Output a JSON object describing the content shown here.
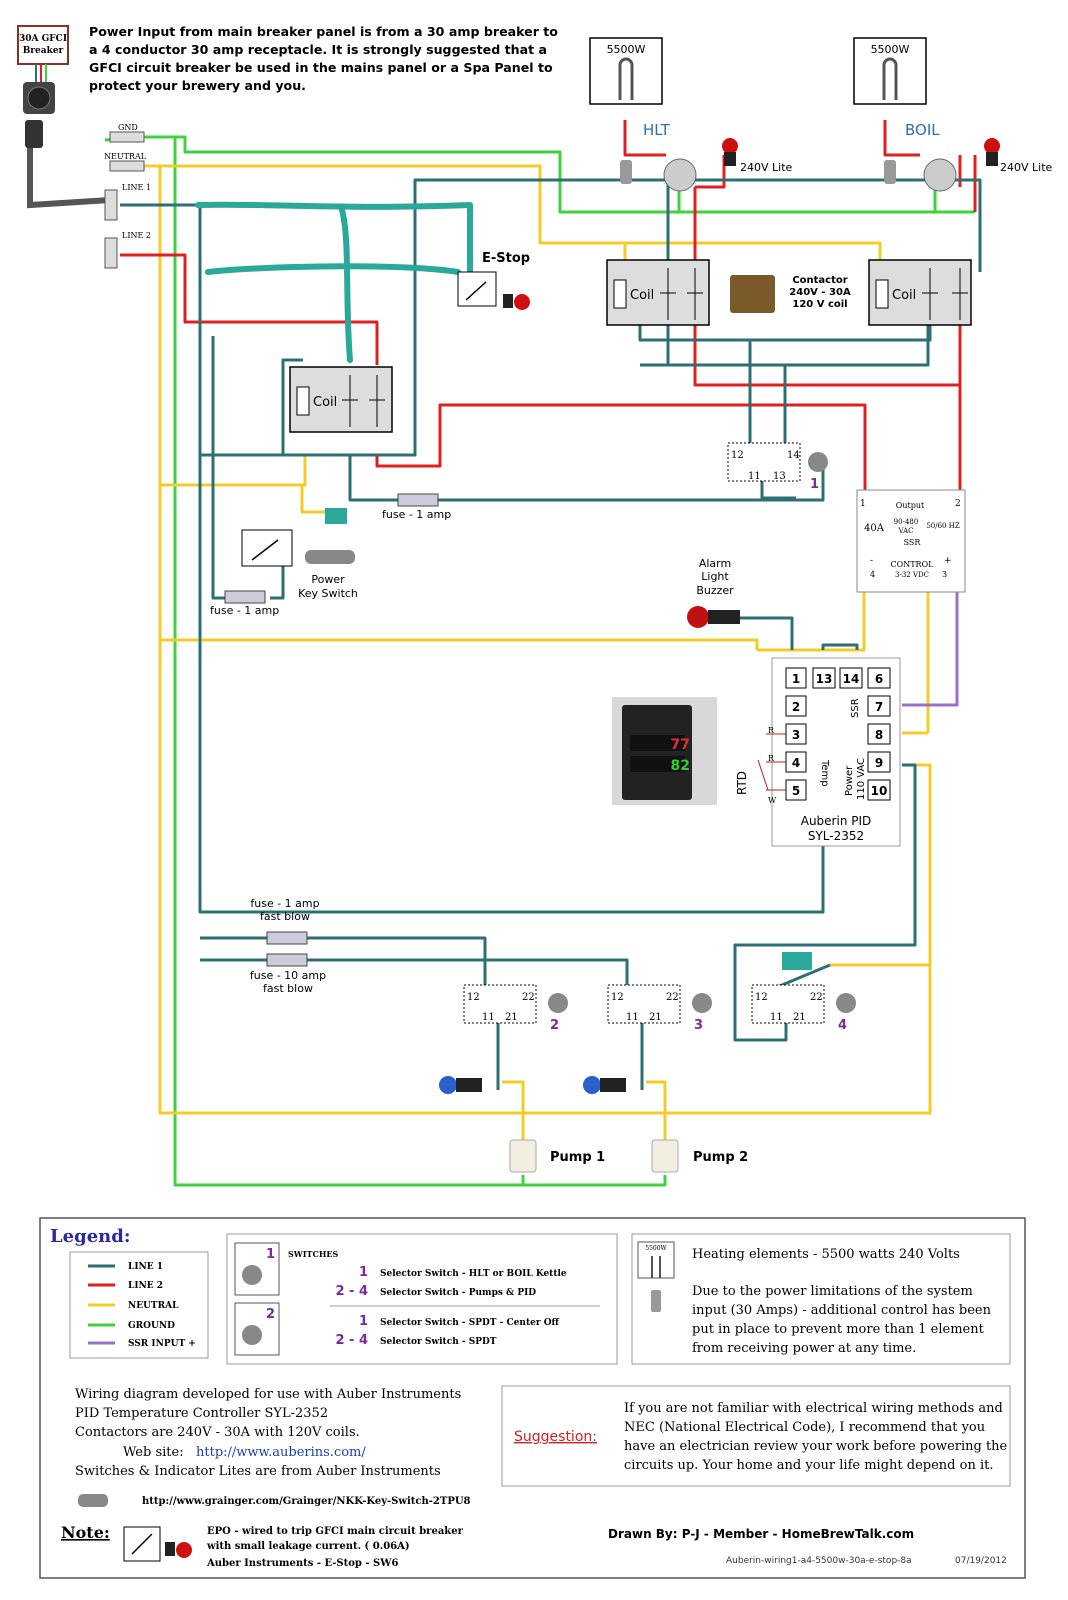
{
  "header": {
    "breaker_label_1": "30A GFCI",
    "breaker_label_2": "Breaker",
    "notice_lines": [
      "Power Input from main breaker panel is from a 30 amp breaker to",
      "a 4 conductor 30 amp receptacle. It is strongly suggested that a",
      "GFCI circuit breaker be used in the mains panel or a Spa Panel to",
      "protect your brewery and you."
    ]
  },
  "terminals": {
    "gnd": "GND",
    "neutral": "NEUTRAL",
    "line1": "LINE 1",
    "line2": "LINE 2"
  },
  "elements": {
    "hlt_watts": "5500W",
    "hlt_name": "HLT",
    "boil_watts": "5500W",
    "boil_name": "BOIL",
    "lite_hlt": "240V Lite",
    "lite_boil": "240V Lite"
  },
  "contactor": {
    "coil": "Coil",
    "desc_lines": [
      "Contactor",
      "240V - 30A",
      "120 V coil"
    ]
  },
  "estop": "E-Stop",
  "fuses": {
    "fuse_1amp_a": "fuse - 1 amp",
    "fuse_1amp_b": "fuse - 1 amp",
    "fuse_1amp_fast_1": "fuse - 1 amp",
    "fuse_1amp_fast_2": "fast blow",
    "fuse_10amp_1": "fuse - 10 amp",
    "fuse_10amp_2": "fast blow"
  },
  "power_key": [
    "Power",
    "Key Switch"
  ],
  "alarm": [
    "Alarm",
    "Light",
    "Buzzer"
  ],
  "switch1": {
    "t12": "12",
    "t14": "14",
    "t11": "11",
    "t13": "13",
    "num": "1"
  },
  "ssr": {
    "t1": "1",
    "t2": "2",
    "output": "Output",
    "amps": "40A",
    "vac1": "90-480",
    "vac2": "VAC",
    "hz": "50/60 HZ",
    "name": "SSR",
    "control": "CONTROL",
    "vdc": "3-32 VDC",
    "t4": "4",
    "t3": "3",
    "minus": "-",
    "plus": "+"
  },
  "pid": {
    "terminals": [
      "1",
      "13",
      "14",
      "6",
      "2",
      "7",
      "3",
      "8",
      "4",
      "9",
      "5",
      "10"
    ],
    "ssr_label": "SSR",
    "temp_label": "Temp",
    "power_label_1": "Power",
    "power_label_2": "110 VAC",
    "rtd": "RTD",
    "r1": "R",
    "r2": "R",
    "w": "W",
    "name_1": "Auberin PID",
    "name_2": "SYL-2352",
    "display_top": "77",
    "display_bot": "82"
  },
  "pump_switches": [
    {
      "t12": "12",
      "t22": "22",
      "t11": "11",
      "t21": "21",
      "num": "2"
    },
    {
      "t12": "12",
      "t22": "22",
      "t11": "11",
      "t21": "21",
      "num": "3"
    },
    {
      "t12": "12",
      "t22": "22",
      "t11": "11",
      "t21": "21",
      "num": "4"
    }
  ],
  "pumps": {
    "pump1": "Pump 1",
    "pump2": "Pump 2"
  },
  "legend": {
    "title": "Legend:",
    "items": [
      {
        "label": "LINE 1",
        "color": "#2e6f74"
      },
      {
        "label": "LINE 2",
        "color": "#e02020"
      },
      {
        "label": "NEUTRAL",
        "color": "#f2cc2a"
      },
      {
        "label": "GROUND",
        "color": "#3fd23f"
      },
      {
        "label": "SSR INPUT +",
        "color": "#9b6fc9"
      }
    ],
    "switches_title": "SWITCHES",
    "sw_img_1": "1",
    "sw_img_2": "2",
    "switch_rows": [
      {
        "num": "1",
        "text": "Selector Switch - HLT or BOIL Kettle"
      },
      {
        "num": "2 - 4",
        "text": "Selector Switch - Pumps & PID"
      },
      {
        "num": "1",
        "text": "Selector Switch - SPDT - Center Off"
      },
      {
        "num": "2 - 4",
        "text": "Selector Switch - SPDT"
      }
    ],
    "heat_icon_label": "5500W",
    "heat_lines": [
      "Heating elements - 5500 watts 240 Volts",
      "Due to the power limitations of the system",
      "input (30 Amps) - additional control has been",
      "put in place to prevent more than 1 element",
      "from receiving power at any time."
    ]
  },
  "info": {
    "lines": [
      "Wiring diagram developed for use with Auber Instruments",
      "PID Temperature Controller SYL-2352",
      "Contactors are 240V - 30A with 120V coils."
    ],
    "website_label": "Web site:",
    "website_url": "http://www.auberins.com/",
    "switches_line": "Switches & Indicator Lites are from Auber Instruments",
    "grainger": "http://www.grainger.com/Grainger/NKK-Key-Switch-2TPU8"
  },
  "suggestion": {
    "label": "Suggestion:",
    "lines": [
      "If you are not familiar with electrical wiring methods and",
      "NEC (National Electrical Code), I recommend that you",
      "have an electrician review your work before powering the",
      "circuits up. Your home and your life might depend on it."
    ]
  },
  "note": {
    "label": "Note:",
    "lines": [
      "EPO - wired to trip GFCI main circuit breaker",
      "with small leakage current. ( 0.06A)",
      "Auber Instruments - E-Stop - SW6"
    ]
  },
  "footer": {
    "drawn_by": "Drawn By: P-J - Member - HomeBrewTalk.com",
    "filename": "Auberin-wiring1-a4-5500w-30a-e-stop-8a",
    "date": "07/19/2012"
  },
  "colors": {
    "line1": "#2e6f74",
    "line2": "#e02020",
    "neutral": "#f2cc2a",
    "ground": "#3fd23f",
    "ssr": "#9b6fc9",
    "marker": "#2aa89a"
  }
}
